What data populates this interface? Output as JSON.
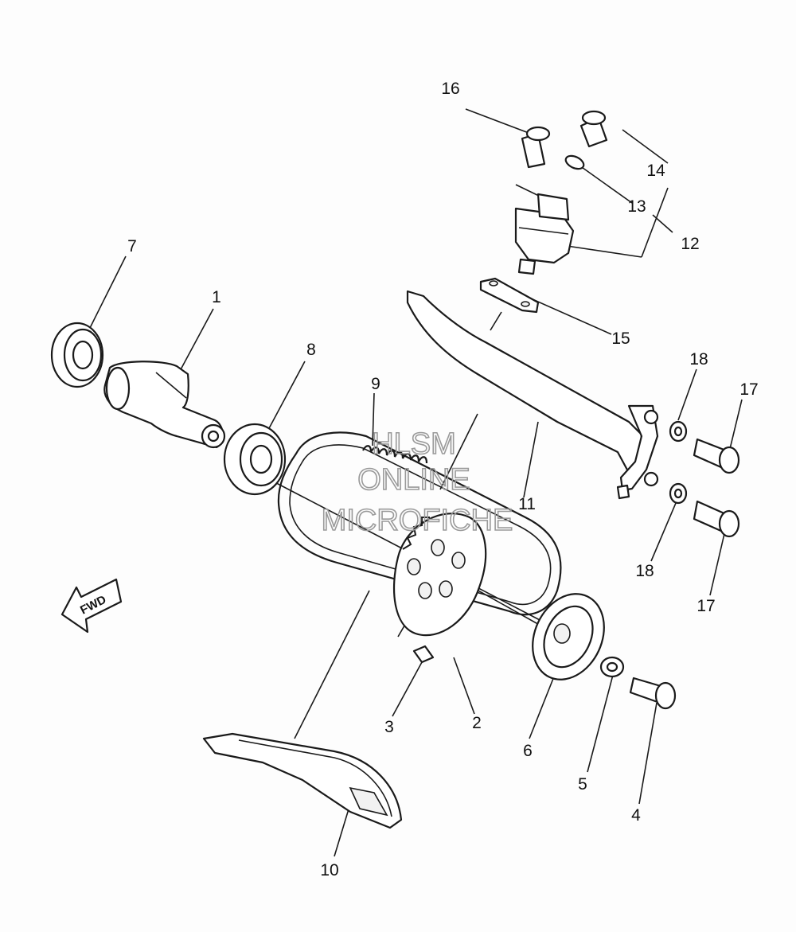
{
  "callouts": [
    "1",
    "2",
    "3",
    "4",
    "5",
    "6",
    "7",
    "8",
    "9",
    "10",
    "11",
    "12",
    "13",
    "14",
    "15",
    "16",
    "17",
    "17",
    "18",
    "18"
  ],
  "direction_arrow": {
    "label": "FWD",
    "icon": "forward-arrow-icon"
  },
  "watermark": {
    "line1": "HLSM",
    "line2": "ONLINE",
    "line3": "MICROFICHE",
    "color": "#9a9a9a"
  }
}
